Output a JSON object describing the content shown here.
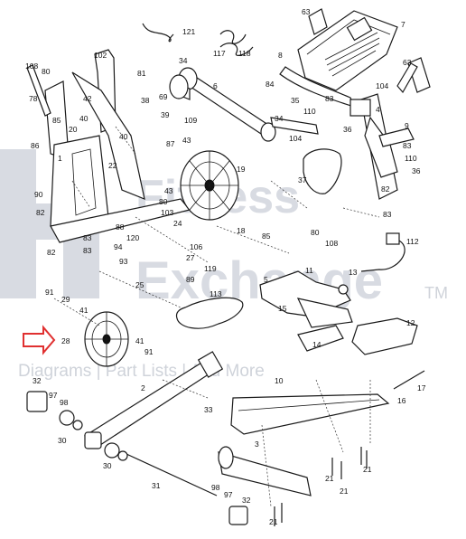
{
  "watermark": {
    "line1": "Fitness",
    "line2": "Exchange",
    "trademark": "TM",
    "tagline": "Diagrams | Part Lists | And More"
  },
  "highlight_arrow_color": "#e03030",
  "callouts": [
    {
      "id": "c121",
      "label": "121"
    },
    {
      "id": "c63a",
      "label": "63"
    },
    {
      "id": "c7",
      "label": "7"
    },
    {
      "id": "c117",
      "label": "117"
    },
    {
      "id": "c118",
      "label": "118"
    },
    {
      "id": "c108a",
      "label": "108"
    },
    {
      "id": "c80a",
      "label": "80"
    },
    {
      "id": "c102",
      "label": "102"
    },
    {
      "id": "c78",
      "label": "78"
    },
    {
      "id": "c34a",
      "label": "34"
    },
    {
      "id": "c81",
      "label": "81"
    },
    {
      "id": "c63b",
      "label": "63"
    },
    {
      "id": "c8",
      "label": "8"
    },
    {
      "id": "c6",
      "label": "6"
    },
    {
      "id": "c84",
      "label": "84"
    },
    {
      "id": "c104a",
      "label": "104"
    },
    {
      "id": "c42",
      "label": "42"
    },
    {
      "id": "c40a",
      "label": "40"
    },
    {
      "id": "c85",
      "label": "85"
    },
    {
      "id": "c38",
      "label": "38"
    },
    {
      "id": "c69",
      "label": "69"
    },
    {
      "id": "c39",
      "label": "39"
    },
    {
      "id": "c35",
      "label": "35"
    },
    {
      "id": "c20a",
      "label": "20"
    },
    {
      "id": "c110a",
      "label": "110"
    },
    {
      "id": "c83a",
      "label": "83"
    },
    {
      "id": "c4",
      "label": "4"
    },
    {
      "id": "c86",
      "label": "86"
    },
    {
      "id": "c109",
      "label": "109"
    },
    {
      "id": "c34b",
      "label": "34"
    },
    {
      "id": "c40b",
      "label": "40"
    },
    {
      "id": "c9",
      "label": "9"
    },
    {
      "id": "c104b",
      "label": "104"
    },
    {
      "id": "c36a",
      "label": "36"
    },
    {
      "id": "c37",
      "label": "37"
    },
    {
      "id": "c83b",
      "label": "83"
    },
    {
      "id": "c110b",
      "label": "110"
    },
    {
      "id": "c36b",
      "label": "36"
    },
    {
      "id": "c1",
      "label": "1"
    },
    {
      "id": "c22",
      "label": "22"
    },
    {
      "id": "c87",
      "label": "87"
    },
    {
      "id": "c43a",
      "label": "43"
    },
    {
      "id": "c19",
      "label": "19"
    },
    {
      "id": "c82a",
      "label": "82"
    },
    {
      "id": "c90",
      "label": "90"
    },
    {
      "id": "c43b",
      "label": "43"
    },
    {
      "id": "c80b",
      "label": "80"
    },
    {
      "id": "c103",
      "label": "103"
    },
    {
      "id": "c82b",
      "label": "82"
    },
    {
      "id": "c83c",
      "label": "83"
    },
    {
      "id": "c88",
      "label": "88"
    },
    {
      "id": "c120",
      "label": "120"
    },
    {
      "id": "c24",
      "label": "24"
    },
    {
      "id": "c18",
      "label": "18"
    },
    {
      "id": "c83d",
      "label": "83"
    },
    {
      "id": "c94",
      "label": "94"
    },
    {
      "id": "c106",
      "label": "106"
    },
    {
      "id": "c85b",
      "label": "85"
    },
    {
      "id": "c80c",
      "label": "80"
    },
    {
      "id": "c108b",
      "label": "108"
    },
    {
      "id": "c112",
      "label": "112"
    },
    {
      "id": "c82c",
      "label": "82"
    },
    {
      "id": "c83e",
      "label": "83"
    },
    {
      "id": "c93",
      "label": "93"
    },
    {
      "id": "c27",
      "label": "27"
    },
    {
      "id": "c119",
      "label": "119"
    },
    {
      "id": "c11",
      "label": "11"
    },
    {
      "id": "c13",
      "label": "13"
    },
    {
      "id": "c25",
      "label": "25"
    },
    {
      "id": "c89",
      "label": "89"
    },
    {
      "id": "c5",
      "label": "5"
    },
    {
      "id": "c91",
      "label": "91"
    },
    {
      "id": "c29",
      "label": "29"
    },
    {
      "id": "c113",
      "label": "113"
    },
    {
      "id": "c41a",
      "label": "41"
    },
    {
      "id": "c15",
      "label": "15"
    },
    {
      "id": "c28",
      "label": "28"
    },
    {
      "id": "c41b",
      "label": "41"
    },
    {
      "id": "c91b",
      "label": "91"
    },
    {
      "id": "c14",
      "label": "14"
    },
    {
      "id": "c12",
      "label": "12"
    },
    {
      "id": "c32a",
      "label": "32"
    },
    {
      "id": "c97a",
      "label": "97"
    },
    {
      "id": "c98a",
      "label": "98"
    },
    {
      "id": "c2",
      "label": "2"
    },
    {
      "id": "c10",
      "label": "10"
    },
    {
      "id": "c17",
      "label": "17"
    },
    {
      "id": "c16",
      "label": "16"
    },
    {
      "id": "c33",
      "label": "33"
    },
    {
      "id": "c30a",
      "label": "30"
    },
    {
      "id": "c30b",
      "label": "30"
    },
    {
      "id": "c3",
      "label": "3"
    },
    {
      "id": "c21a",
      "label": "21"
    },
    {
      "id": "c21b",
      "label": "21"
    },
    {
      "id": "c21c",
      "label": "21"
    },
    {
      "id": "c31",
      "label": "31"
    },
    {
      "id": "c98b",
      "label": "98"
    },
    {
      "id": "c97b",
      "label": "97"
    },
    {
      "id": "c32b",
      "label": "32"
    },
    {
      "id": "c21d",
      "label": "21"
    }
  ]
}
